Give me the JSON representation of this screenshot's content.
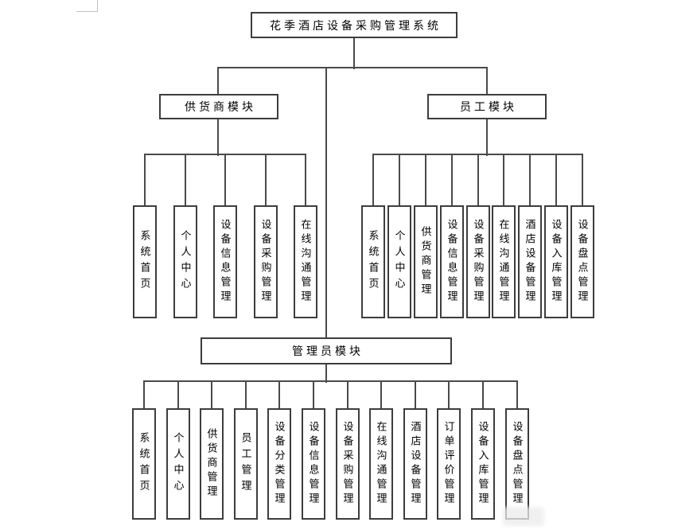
{
  "root": {
    "label": "花季酒店设备采购管理系统"
  },
  "modules": [
    {
      "label": "供货商模块",
      "children": [
        "系统首页",
        "个人中心",
        "设备信息管理",
        "设备采购管理",
        "在线沟通管理"
      ]
    },
    {
      "label": "员工模块",
      "children": [
        "系统首页",
        "个人中心",
        "供货商管理",
        "设备信息管理",
        "设备采购管理",
        "在线沟通管理",
        "酒店设备管理",
        "设备入库管理",
        "设备盘点管理"
      ]
    },
    {
      "label": "管理员模块",
      "children": [
        "系统首页",
        "个人中心",
        "供货商管理",
        "员工管理",
        "设备分类管理",
        "设备信息管理",
        "设备采购管理",
        "在线沟通管理",
        "酒店设备管理",
        "订单评价管理",
        "设备入库管理",
        "设备盘点管理"
      ]
    }
  ],
  "colors": {
    "connector": "#4a4a4a",
    "box_border": "#3d3d3d",
    "text": "#000000",
    "background": "#ffffff"
  }
}
